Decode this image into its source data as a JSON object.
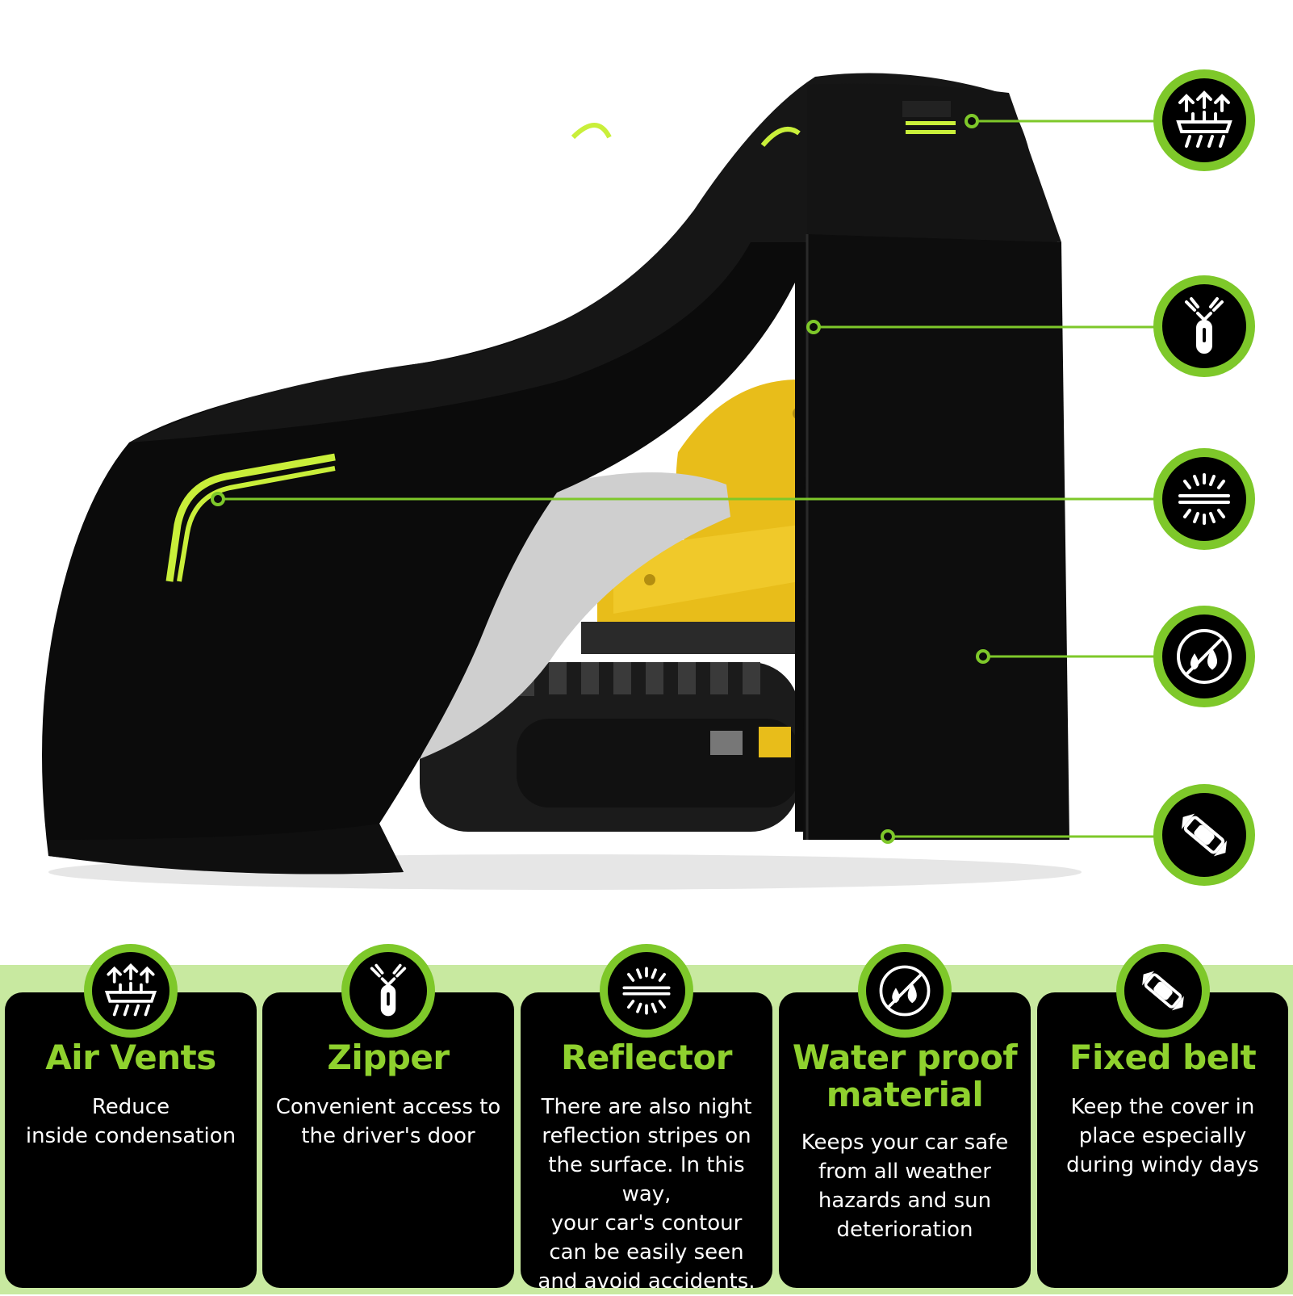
{
  "colors": {
    "accent_green": "#7ec82a",
    "title_green": "#8fd12e",
    "band_green": "#c8e9a0",
    "cover_black": "#0b0b0b",
    "machine_yellow": "#e8bd1a"
  },
  "callouts": [
    {
      "icon": "air-vent-icon"
    },
    {
      "icon": "zipper-icon"
    },
    {
      "icon": "reflector-icon"
    },
    {
      "icon": "waterproof-icon"
    },
    {
      "icon": "buckle-icon"
    }
  ],
  "features": [
    {
      "icon": "air-vent-icon",
      "title": "Air Vents",
      "desc": [
        "Reduce",
        "inside condensation"
      ]
    },
    {
      "icon": "zipper-icon",
      "title": "Zipper",
      "desc": [
        "Convenient access to",
        "the driver's door"
      ]
    },
    {
      "icon": "reflector-icon",
      "title": "Reflector",
      "desc": [
        "There are also night",
        "reflection stripes on",
        "the surface. In this way,",
        "your car's contour",
        "can be easily seen",
        "and avoid accidents."
      ]
    },
    {
      "icon": "waterproof-icon",
      "title_lines": [
        "Water proof",
        "material"
      ],
      "desc": [
        "Keeps your car safe",
        "from all weather",
        "hazards and sun",
        "deterioration"
      ]
    },
    {
      "icon": "buckle-icon",
      "title": "Fixed belt",
      "desc": [
        "Keep the cover in",
        "place especially",
        "during windy days"
      ]
    }
  ]
}
